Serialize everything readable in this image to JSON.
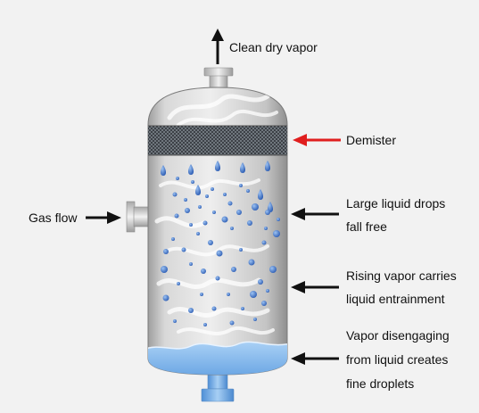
{
  "labels": {
    "top_outlet": "Clean dry vapor",
    "demister": "Demister",
    "gas_inlet": "Gas flow",
    "large_drops": [
      "Large liquid drops",
      "fall free"
    ],
    "rising_vapor": [
      "Rising vapor carries",
      "liquid entrainment"
    ],
    "disengaging": [
      "Vapor disengaging",
      "from liquid creates",
      "fine droplets"
    ]
  },
  "colors": {
    "background": "#f2f2f2",
    "vessel_shell": "#c9c9c9",
    "demister_mesh": "#3b4046",
    "demister_arrow": "#e01e1e",
    "label_arrow": "#111111",
    "liquid": "#7db4ea",
    "droplet": "#3f6fc4"
  }
}
